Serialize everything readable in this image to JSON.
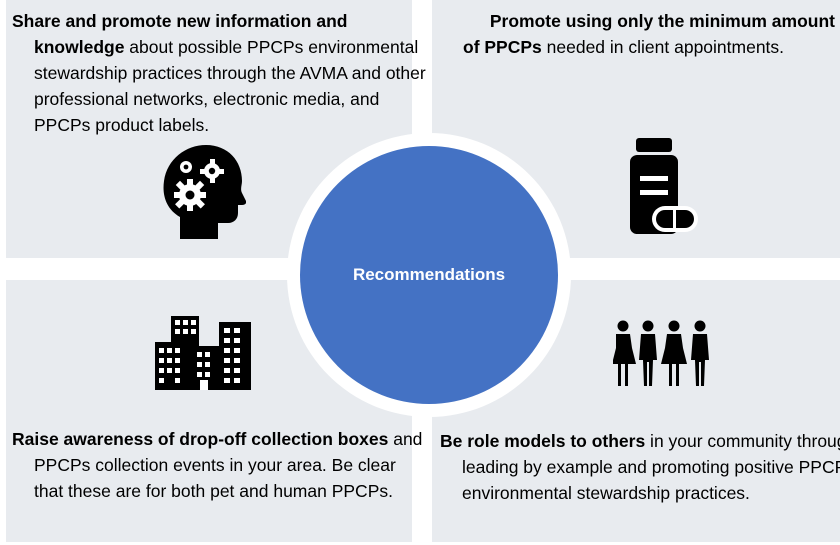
{
  "center": {
    "label": "Recommendations"
  },
  "quadrants": {
    "top_left": {
      "bold": "Share and promote new information and knowledge",
      "rest": " about possible PPCPs environmental stewardship practices through the AVMA and other professional networks, electronic media, and PPCPs product labels.",
      "icon": "head-gears-icon"
    },
    "top_right": {
      "bold_1": "Promote using only the minimum amount",
      "bold_2": "of PPCPs",
      "rest": " needed  in client appointments.",
      "icon": "medicine-bottle-icon"
    },
    "bottom_left": {
      "bold": "Raise awareness of drop-off collection boxes",
      "rest": " and PPCPs collection events in your area. Be clear that these are for both pet and human PPCPs.",
      "icon": "buildings-icon"
    },
    "bottom_right": {
      "bold": "Be role models to others",
      "rest": " in your community through leading by example and promoting positive PPCPs environmental stewardship practices.",
      "icon": "people-group-icon"
    }
  },
  "colors": {
    "circle": "#4472c4",
    "panel": "#e8ebef",
    "icon": "#000000"
  }
}
